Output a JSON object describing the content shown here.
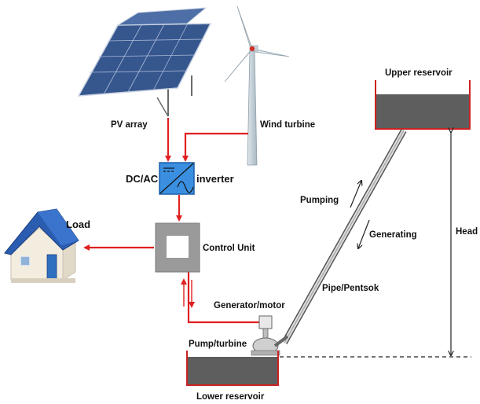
{
  "labels": {
    "pv_array": "PV array",
    "wind_turbine": "Wind turbine",
    "inverter_left": "DC/AC",
    "inverter_right": "inverter",
    "load": "Load",
    "control_unit": "Control Unit",
    "upper_reservoir": "Upper reservoir",
    "pumping": "Pumping",
    "generating": "Generating",
    "head": "Head",
    "pipe_penstock": "Pipe/Pentsok",
    "generator_motor": "Generator/motor",
    "pump_turbine": "Pump/turbine",
    "lower_reservoir": "Lower reservoir"
  },
  "colors": {
    "flow_line": "#e02020",
    "reservoir_border": "#cc2222",
    "water": "#5e5e5e",
    "inverter_fill": "#3a8fe0",
    "control_unit": "#9a9a9a",
    "panel": "#3f5f9a",
    "house_roof": "#2a5db0"
  },
  "icons": [
    "solar-panel-icon",
    "wind-turbine-icon",
    "inverter-icon",
    "house-icon",
    "generator-icon",
    "pump-turbine-icon"
  ]
}
